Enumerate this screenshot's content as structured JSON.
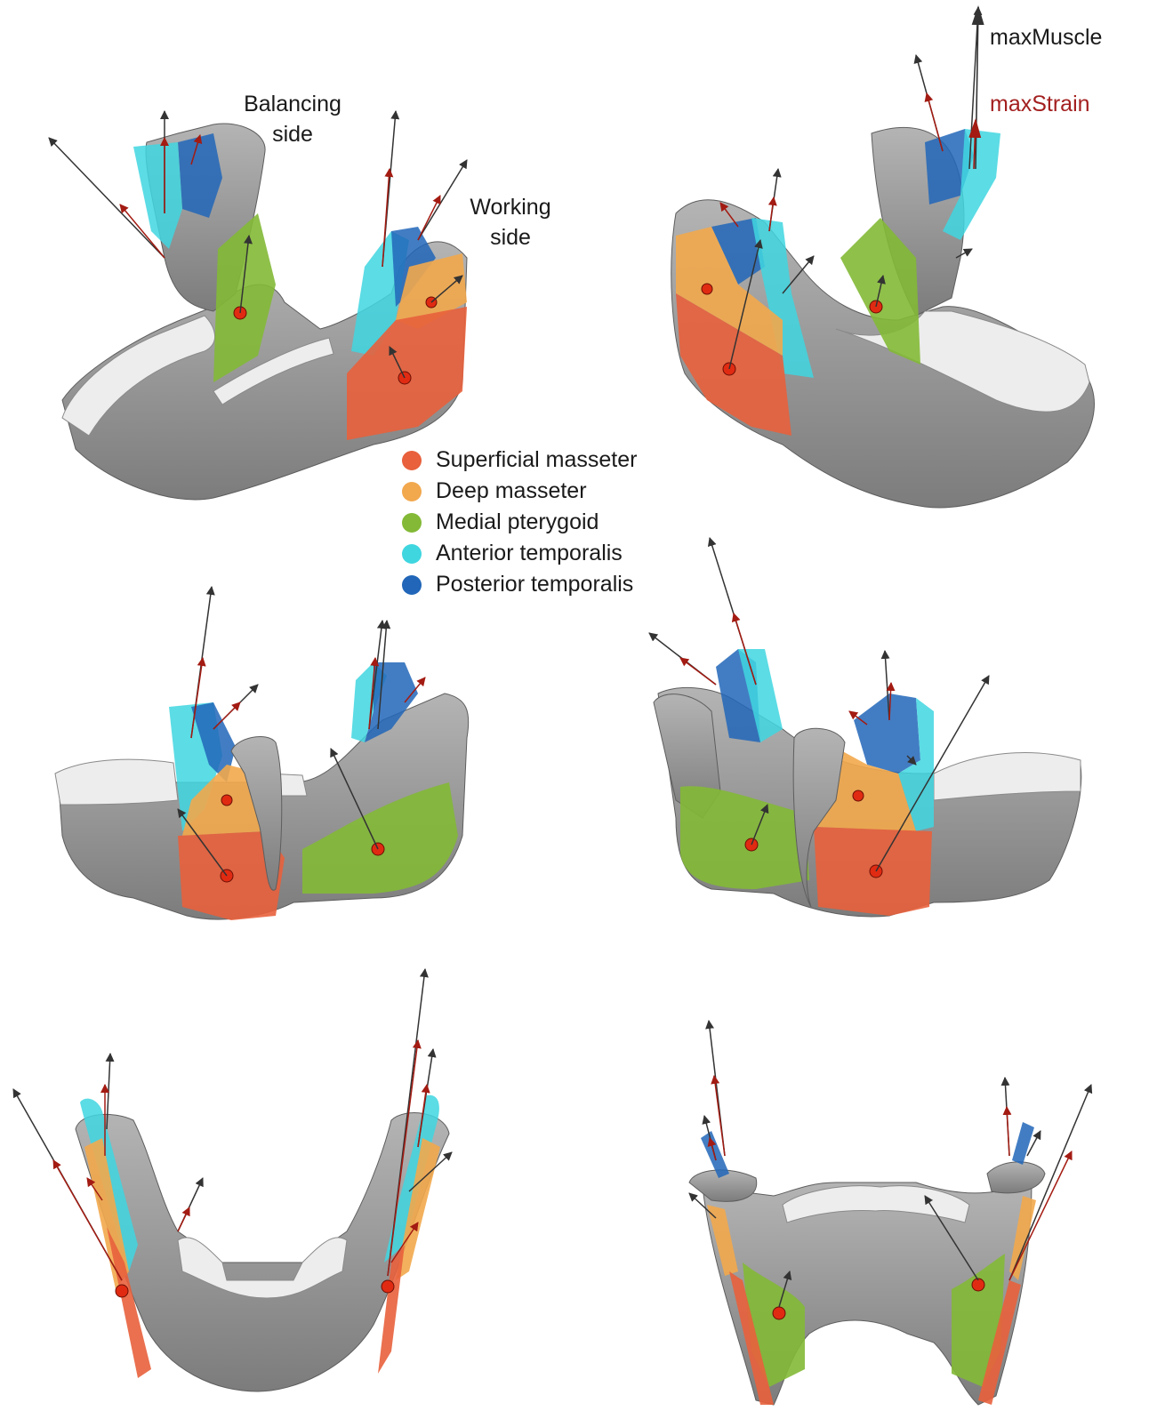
{
  "labels": {
    "balancing_side": [
      "Balancing",
      "side"
    ],
    "working_side": [
      "Working",
      "side"
    ],
    "max_muscle": "maxMuscle",
    "max_strain": "maxStrain"
  },
  "legend": {
    "items": [
      {
        "label": "Superficial masseter",
        "color": "#e8603c"
      },
      {
        "label": "Deep masseter",
        "color": "#f2a84d"
      },
      {
        "label": "Medial pterygoid",
        "color": "#83b936"
      },
      {
        "label": "Anterior temporalis",
        "color": "#3fd6e0"
      },
      {
        "label": "Posterior temporalis",
        "color": "#2166b8"
      }
    ]
  },
  "arrow_colors": {
    "max_muscle": "#333333",
    "max_strain": "#a31b12"
  },
  "colors": {
    "bone": "#9a9a9a",
    "bone_dark": "#6e6e6e",
    "teeth": "#eeeeee",
    "attachment_sphere": "#e02b12"
  }
}
